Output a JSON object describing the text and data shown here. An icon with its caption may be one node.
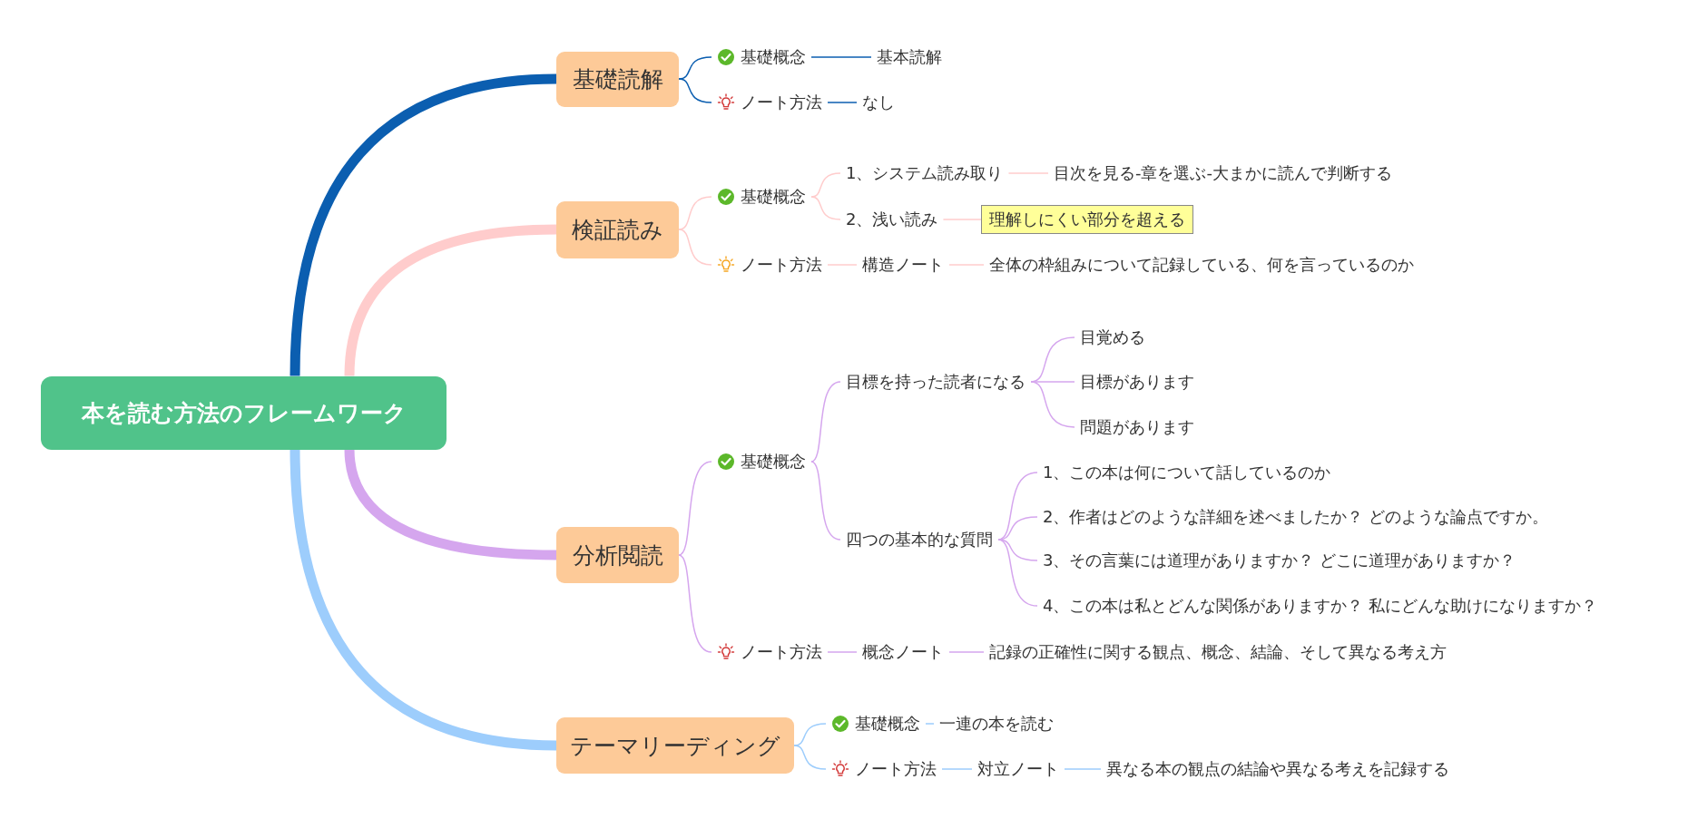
{
  "diagram": {
    "nodes": [
      {
        "text": [
          "本を読む方法のフレームワーク"
        ]
      },
      {
        "text": [
          "基礎読解"
        ]
      },
      {
        "text": [
          "基礎概念"
        ]
      },
      {
        "text": [
          "基本読解"
        ]
      },
      {
        "text": [
          "ノート方法"
        ]
      },
      {
        "text": [
          "なし"
        ]
      },
      {
        "text": [
          "検証読み"
        ]
      },
      {
        "text": [
          "基礎概念"
        ]
      },
      {
        "text": [
          "1、システム読み取り"
        ]
      },
      {
        "text": [
          "目次を見る-章を選ぶ-大まかに読んで判断する"
        ]
      },
      {
        "text": [
          "2、浅い読み"
        ]
      },
      {
        "text": [
          "理解しにくい部分を超える"
        ]
      },
      {
        "text": [
          "ノート方法"
        ]
      },
      {
        "text": [
          "構造ノート"
        ]
      },
      {
        "text": [
          "全体の枠組みについて記録している、何を言っているのか"
        ]
      },
      {
        "text": [
          "分析閲読"
        ]
      },
      {
        "text": [
          "基礎概念"
        ]
      },
      {
        "text": [
          "目標を持った読者になる"
        ]
      },
      {
        "text": [
          "目覚める"
        ]
      },
      {
        "text": [
          "目標があります"
        ]
      },
      {
        "text": [
          "問題があります"
        ]
      },
      {
        "text": [
          "四つの基本的な質問"
        ]
      },
      {
        "text": [
          "1、この本は何について話しているのか"
        ]
      },
      {
        "text": [
          "2、作者はどのような詳細を述べましたか？ どのような論点ですか。"
        ]
      },
      {
        "text": [
          "3、その言葉には道理がありますか？ どこに道理がありますか？"
        ]
      },
      {
        "text": [
          "4、この本は私とどんな関係がありますか？ 私にどんな助けになりますか？"
        ]
      },
      {
        "text": [
          "ノート方法"
        ]
      },
      {
        "text": [
          "概念ノート"
        ]
      },
      {
        "text": [
          "記録の正確性に関する観点、概念、結論、そして異なる考え方"
        ]
      },
      {
        "text": [
          "テーマリーディング"
        ]
      },
      {
        "text": [
          "基礎概念"
        ]
      },
      {
        "text": [
          "一連の本を読む"
        ]
      },
      {
        "text": [
          "ノート方法"
        ]
      },
      {
        "text": [
          "対立ノート"
        ]
      },
      {
        "text": [
          "異なる本の観点の結論や異なる考えを記録する"
        ]
      }
    ],
    "edges": [
      {
        "from": 0,
        "to": 1,
        "arrow": "none",
        "style": "thick",
        "color": "#0b5eb0"
      },
      {
        "from": 0,
        "to": 6,
        "arrow": "none",
        "style": "thick",
        "color": "#ffcccc"
      },
      {
        "from": 0,
        "to": 15,
        "arrow": "none",
        "style": "thick",
        "color": "#d5a6ee"
      },
      {
        "from": 0,
        "to": 29,
        "arrow": "none",
        "style": "thick",
        "color": "#9dcdfc"
      },
      {
        "from": 1,
        "to": 2,
        "arrow": "none",
        "color": "#0b5eb0"
      },
      {
        "from": 2,
        "to": 3,
        "arrow": "none",
        "color": "#0b5eb0"
      },
      {
        "from": 1,
        "to": 4,
        "arrow": "none",
        "color": "#0b5eb0"
      },
      {
        "from": 4,
        "to": 5,
        "arrow": "none",
        "color": "#0b5eb0"
      },
      {
        "from": 6,
        "to": 7,
        "arrow": "none",
        "color": "#ffcccc"
      },
      {
        "from": 7,
        "to": 8,
        "arrow": "none",
        "color": "#ffcccc"
      },
      {
        "from": 8,
        "to": 9,
        "arrow": "none",
        "color": "#ffcccc"
      },
      {
        "from": 7,
        "to": 10,
        "arrow": "none",
        "color": "#ffcccc"
      },
      {
        "from": 10,
        "to": 11,
        "arrow": "none",
        "color": "#ffcccc"
      },
      {
        "from": 6,
        "to": 12,
        "arrow": "none",
        "color": "#ffcccc"
      },
      {
        "from": 12,
        "to": 13,
        "arrow": "none",
        "color": "#ffcccc"
      },
      {
        "from": 13,
        "to": 14,
        "arrow": "none",
        "color": "#ffcccc"
      },
      {
        "from": 15,
        "to": 16,
        "arrow": "none",
        "color": "#d5a6ee"
      },
      {
        "from": 16,
        "to": 17,
        "arrow": "none",
        "color": "#d5a6ee"
      },
      {
        "from": 17,
        "to": 18,
        "arrow": "none",
        "color": "#d5a6ee"
      },
      {
        "from": 17,
        "to": 19,
        "arrow": "none",
        "color": "#d5a6ee"
      },
      {
        "from": 17,
        "to": 20,
        "arrow": "none",
        "color": "#d5a6ee"
      },
      {
        "from": 16,
        "to": 21,
        "arrow": "none",
        "color": "#d5a6ee"
      },
      {
        "from": 21,
        "to": 22,
        "arrow": "none",
        "color": "#d5a6ee"
      },
      {
        "from": 21,
        "to": 23,
        "arrow": "none",
        "color": "#d5a6ee"
      },
      {
        "from": 21,
        "to": 24,
        "arrow": "none",
        "color": "#d5a6ee"
      },
      {
        "from": 21,
        "to": 25,
        "arrow": "none",
        "color": "#d5a6ee"
      },
      {
        "from": 15,
        "to": 26,
        "arrow": "none",
        "color": "#d5a6ee"
      },
      {
        "from": 26,
        "to": 27,
        "arrow": "none",
        "color": "#d5a6ee"
      },
      {
        "from": 27,
        "to": 28,
        "arrow": "none",
        "color": "#d5a6ee"
      },
      {
        "from": 29,
        "to": 30,
        "arrow": "none",
        "color": "#9dcdfc"
      },
      {
        "from": 30,
        "to": 31,
        "arrow": "none",
        "color": "#9dcdfc"
      },
      {
        "from": 29,
        "to": 32,
        "arrow": "none",
        "color": "#9dcdfc"
      },
      {
        "from": 32,
        "to": 33,
        "arrow": "none",
        "color": "#9dcdfc"
      },
      {
        "from": 33,
        "to": 34,
        "arrow": "none",
        "color": "#9dcdfc"
      }
    ]
  }
}
